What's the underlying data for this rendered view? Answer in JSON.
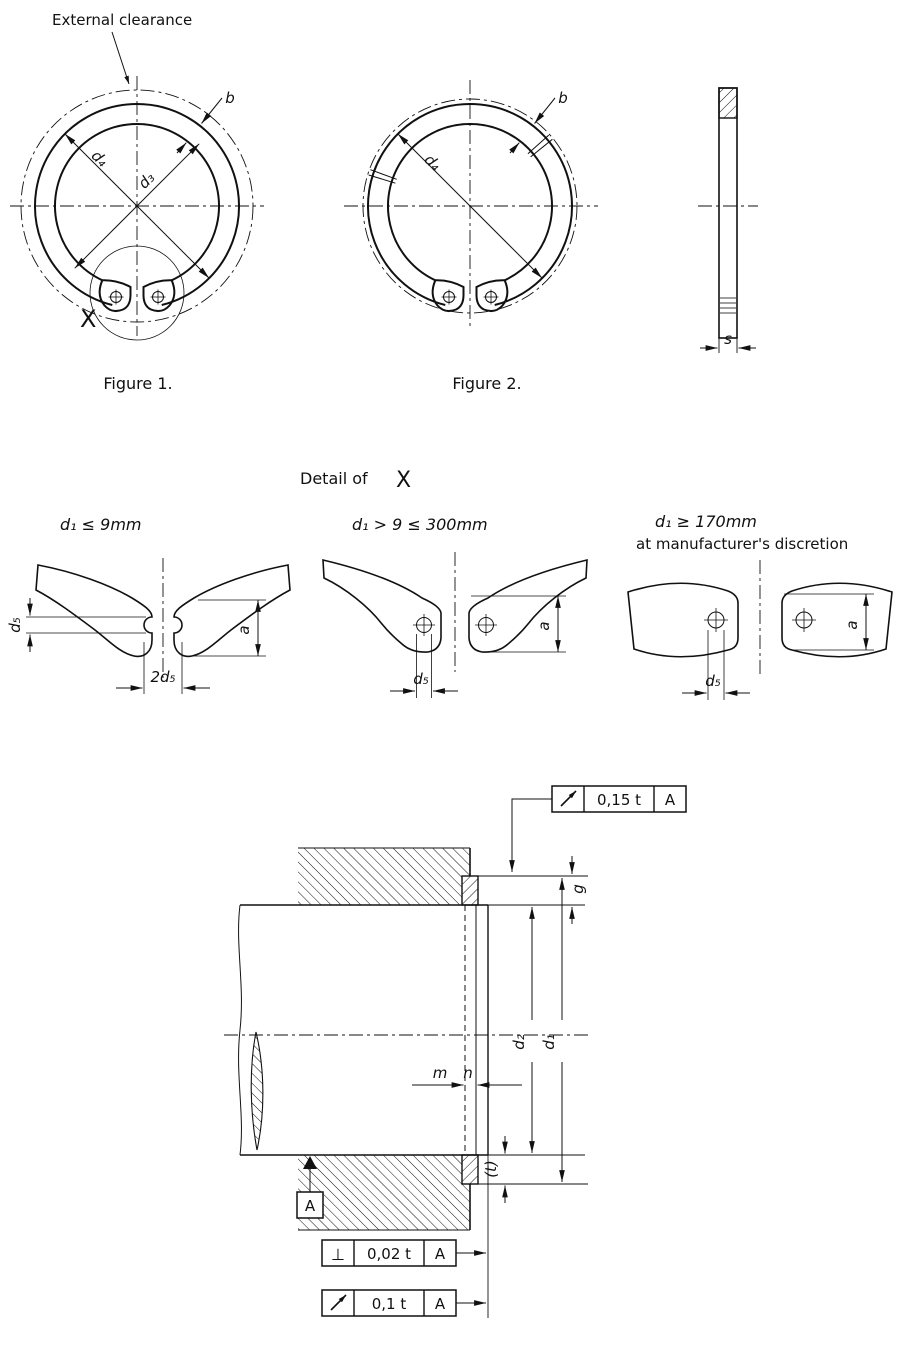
{
  "top": {
    "external_clearance": "External clearance",
    "fig1_caption": "Figure 1.",
    "fig2_caption": "Figure 2.",
    "fig1_d4": "d₄",
    "fig1_d3": "d₃",
    "fig1_b": "b",
    "fig1_x": "X",
    "fig2_d4": "d₄",
    "fig2_b": "b",
    "side_s": "s"
  },
  "detail": {
    "title": "Detail of",
    "ref": "X",
    "v1_label": "d₁ ≤ 9mm",
    "v1_d5": "d₅",
    "v1_2d5": "2d₅",
    "v1_a": "a",
    "v2_label": "d₁ > 9 ≤ 300mm",
    "v2_d5": "d₅",
    "v2_a": "a",
    "v3_label": "d₁ ≥ 170mm",
    "v3_sub": "at manufacturer's discretion",
    "v3_d5": "d₅",
    "v3_a": "a"
  },
  "install": {
    "fcf_top_value": "0,15 t",
    "fcf_top_datum": "A",
    "fcf_perp_symbol": "⊥",
    "fcf_perp_value": "0,02 t",
    "fcf_perp_datum": "A",
    "fcf_runout_value": "0,1 t",
    "fcf_runout_datum": "A",
    "datum_label": "A",
    "dim_g": "g",
    "dim_d2": "d₂",
    "dim_d1": "d₁",
    "dim_m": "m",
    "dim_n": "n",
    "dim_t": "(t)"
  }
}
